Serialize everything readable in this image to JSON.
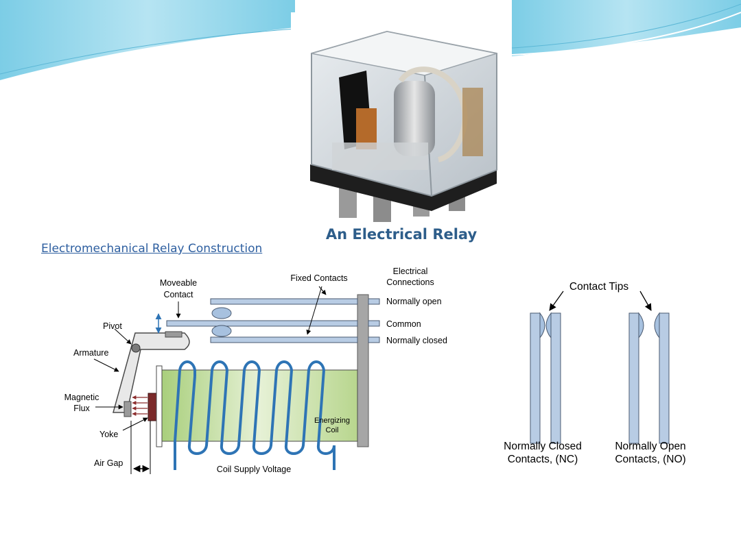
{
  "slide": {
    "link_text": "Electromechanical Relay Construction"
  },
  "photo": {
    "caption": "An Electrical Relay"
  },
  "relay_diagram": {
    "labels": {
      "moveable_contact_1": "Moveable",
      "moveable_contact_2": "Contact",
      "fixed_contacts": "Fixed Contacts",
      "electrical_connections_1": "Electrical",
      "electrical_connections_2": "Connections",
      "normally_open": "Normally open",
      "common": "Common",
      "normally_closed": "Normally closed",
      "pivot": "Pivot",
      "armature": "Armature",
      "magnetic_flux_1": "Magnetic",
      "magnetic_flux_2": "Flux",
      "yoke": "Yoke",
      "energizing_coil_1": "Energizing",
      "energizing_coil_2": "Coil",
      "air_gap": "Air Gap",
      "coil_supply_voltage": "Coil Supply Voltage"
    }
  },
  "contacts_diagram": {
    "labels": {
      "contact_tips": "Contact Tips",
      "nc_1": "Normally Closed",
      "nc_2": "Contacts, (NC)",
      "no_1": "Normally Open",
      "no_2": "Contacts, (NO)"
    }
  },
  "colors": {
    "title_blue": "#2d5d8a",
    "link_blue": "#2e5fa0",
    "bar_fill": "#b8cce4",
    "bar_stroke": "#4a5a70",
    "coil_blue": "#2e74b5",
    "coil_green": "#c7e0a8",
    "terminal_gray": "#a6a6a6"
  }
}
